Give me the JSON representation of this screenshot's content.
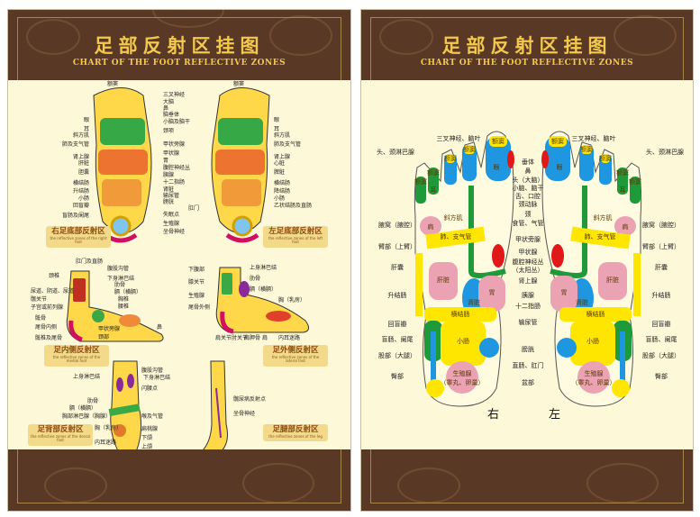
{
  "left_poster": {
    "title": "足部反射区挂图",
    "subtitle": "CHART OF THE FOOT REFLECTIVE ZONES",
    "zones": [
      {
        "cn": "右足底部反射区",
        "en": "the reflective zones of the right foot"
      },
      {
        "cn": "左足底部反射区",
        "en": "the reflective zones of the left foot"
      },
      {
        "cn": "足内侧反射区",
        "en": "the reflective zones of the medial foot"
      },
      {
        "cn": "足外侧反射区",
        "en": "the reflective zones of the lateral foot"
      },
      {
        "cn": "足背部反射区",
        "en": "the reflective zones of the dorsal foot"
      },
      {
        "cn": "足腿部反射区",
        "en": "the reflective zones of the leg"
      }
    ],
    "sole_center_labels": [
      "三叉神经",
      "大脑",
      "鼻",
      "脑垂体",
      "小脑及脑干",
      "颈项",
      "甲状旁腺",
      "甲状腺",
      "胃",
      "腹腔神经丛",
      "胰腺",
      "十二指肠",
      "肾脏",
      "输尿管",
      "膀胱",
      "失眠点",
      "生殖腺",
      "坐骨神经"
    ],
    "sole_left_labels": [
      "额窦",
      "眼",
      "耳",
      "斜方肌",
      "肺及支气管",
      "肾上腺",
      "肝脏",
      "胆囊",
      "横结肠",
      "升结肠",
      "小肠",
      "回盲瓣",
      "盲肠及阑尾"
    ],
    "sole_right_labels": [
      "额窦",
      "眼",
      "耳",
      "斜方肌",
      "肺及支气管",
      "肾上腺",
      "心脏",
      "脾脏",
      "横结肠",
      "降结肠",
      "小肠",
      "乙状结肠及直肠",
      "肛门"
    ],
    "medial_labels": [
      "肛门及直肠",
      "腹股沟管",
      "颈椎",
      "下身淋巴结",
      "肋骨",
      "膈（横膈）",
      "胸椎",
      "腰椎",
      "骶骨",
      "鼻",
      "尾骨内侧",
      "子宫或前列腺",
      "髋关节",
      "尿道、阴道、尿道",
      "颈部",
      "甲状旁腺",
      "骶椎及尾骨"
    ],
    "lateral_labels": [
      "下腹部",
      "膝关节",
      "生殖腺",
      "尾骨外侧",
      "上身淋巴结",
      "肋骨",
      "膈（横膈）",
      "胸（乳房）",
      "肩关节",
      "肘关节",
      "肩胛骨",
      "肩",
      "内耳迷路"
    ],
    "dorsal_labels": [
      "腹股沟管",
      "上身淋巴结",
      "下身淋巴结",
      "闪腰点",
      "肋骨",
      "膈（横膈）",
      "胸部淋巴腺（胸腺）",
      "喉及气管",
      "胸（乳房）",
      "扁桃腺",
      "下颌",
      "内耳迷路",
      "上颌"
    ],
    "leg_labels": [
      "髋尿病反射点",
      "坐骨神经"
    ]
  },
  "right_poster": {
    "title": "足部反射区挂图",
    "subtitle": "CHART OF THE FOOT REFLECTIVE ZONES",
    "top_labels": [
      "三叉神经、脑叶",
      "三叉神经、脑叶",
      "头、颈淋巴腺",
      "头、颈淋巴腺"
    ],
    "center_labels": [
      "垂体",
      "鼻",
      "头（大脑）",
      "小脑、脑干",
      "舌、口腔",
      "颈动脉",
      "颈",
      "食管、气管",
      "甲状旁腺",
      "甲状腺",
      "腹腔神经丛",
      "（太阳丛）",
      "肾上腺",
      "胰腺",
      "十二指肠",
      "输尿管",
      "膀胱",
      "直肠、肛门",
      "盆部"
    ],
    "side_labels": [
      "腋窝（腋腔）",
      "臂部（上臂）",
      "肝囊",
      "升结肠",
      "回盲瓣",
      "盲肠、阑尾",
      "股部（大腿）",
      "臀部"
    ],
    "inner_labels": [
      "额窦",
      "额窦",
      "额窦",
      "额窦",
      "额窦",
      "眼",
      "耳",
      "斜方肌",
      "肩",
      "肺、支气管",
      "肝脏",
      "胃",
      "肾脏",
      "横结肠",
      "小肠",
      "生殖腺",
      "（睾丸、卵巢）"
    ],
    "inner_labels_left": [
      "额窦",
      "额窦",
      "额窦",
      "额窦",
      "额窦",
      "眼",
      "耳",
      "斜方肌",
      "肩",
      "肺、支气管",
      "肝脏",
      "胃",
      "肾脏",
      "横结肠",
      "小肠",
      "生殖腺",
      "（睾丸、卵巢）"
    ],
    "foot_right": "右",
    "foot_left": "左"
  },
  "colors": {
    "brown": "#5a3826",
    "gold": "#f2c94c",
    "cream": "#fdf8d8",
    "yellow": "#ffe600",
    "blue": "#1e96e0",
    "green": "#1f9a3a",
    "pink": "#eba3b3",
    "red": "#e01818",
    "orange": "#f5b400"
  }
}
